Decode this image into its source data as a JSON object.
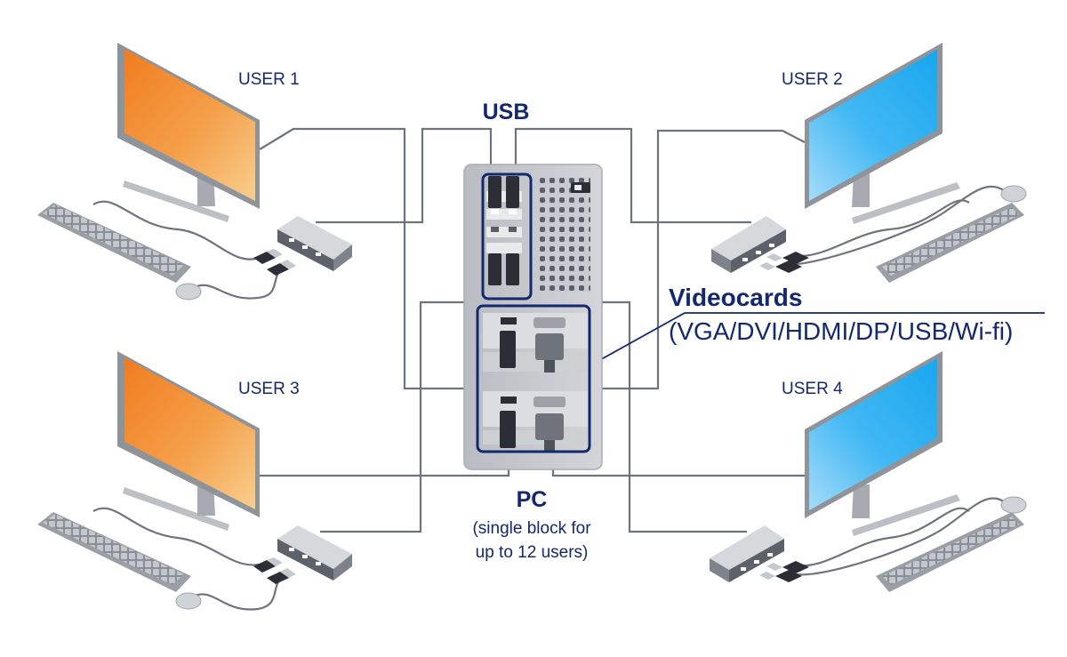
{
  "labels": {
    "user1": "USER 1",
    "user2": "USER 2",
    "user3": "USER 3",
    "user4": "USER 4",
    "usb": "USB",
    "videocards_title": "Videocards",
    "videocards_types": "(VGA/DVI/HDMI/DP/USB/Wi-fi)",
    "pc_title": "PC",
    "pc_sub_line1": "(single block for",
    "pc_sub_line2": "up to 12 users)"
  },
  "colors": {
    "label": "#14286e",
    "cable": "#6f737b",
    "screen_orange": "#f39a3a",
    "screen_blue": "#3fb2f2",
    "case_body": "#c7c9ce",
    "highlight_frame": "#14286e"
  },
  "icons": [
    "monitor-icon",
    "keyboard-icon",
    "mouse-icon",
    "usb-hub-icon",
    "usb-connector-icon",
    "pc-tower-icon",
    "vga-connector-icon",
    "hdmi-connector-icon",
    "power-switch-icon"
  ]
}
